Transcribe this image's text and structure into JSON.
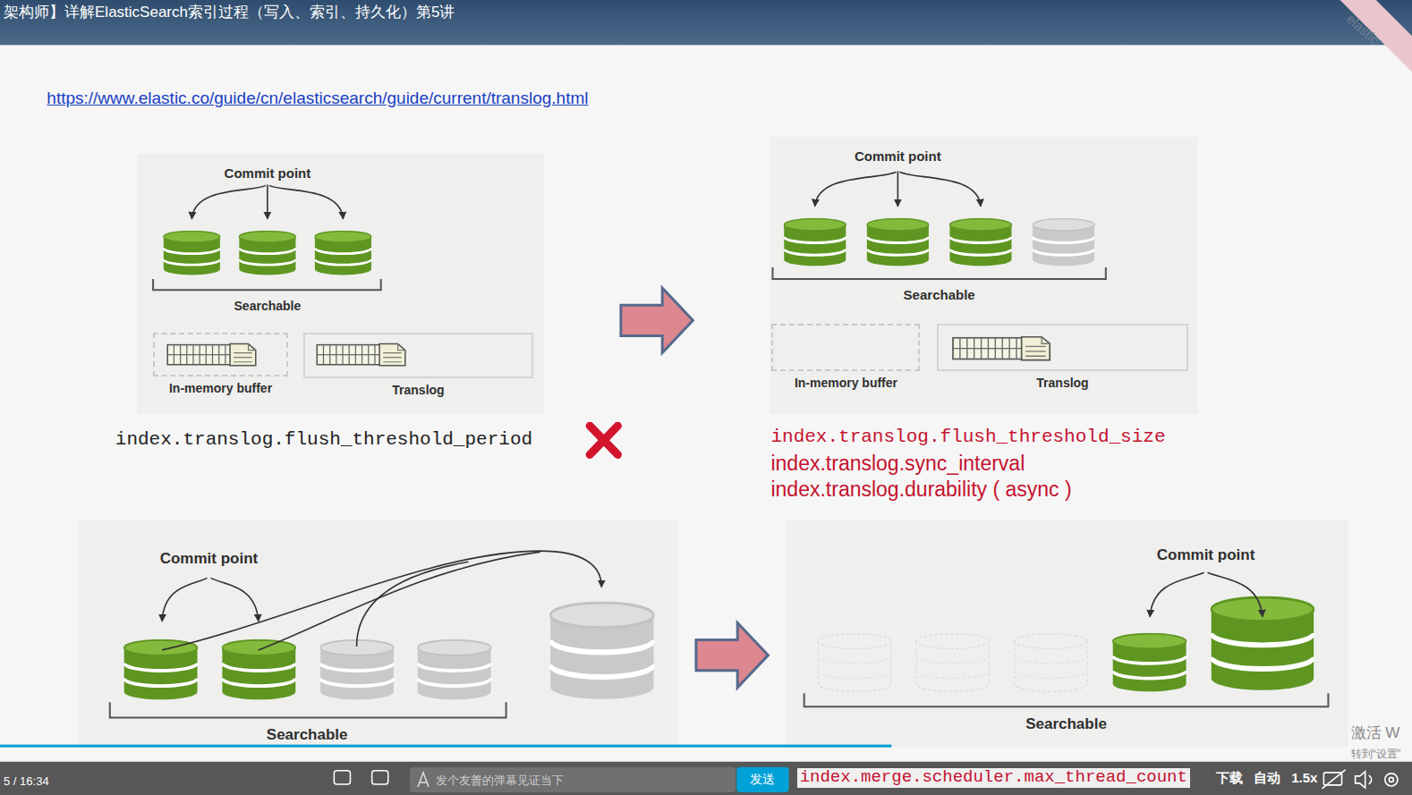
{
  "diagram": {
    "nodes": [
      {
        "text": [
          "Commit point",
          "Searchable"
        ]
      },
      {
        "text": [
          "In-memory buffer"
        ],
        "in": 0
      },
      {
        "text": [
          "Translog"
        ],
        "in": 0
      },
      {
        "text": [
          "Commit point",
          "Searchable"
        ]
      },
      {
        "text": [
          "In-memory buffer"
        ],
        "in": 3
      },
      {
        "text": [
          "Translog"
        ],
        "in": 3
      },
      {
        "text": [
          "Commit point",
          "Searchable"
        ]
      },
      {
        "text": [
          "Commit point",
          "Searchable"
        ]
      }
    ],
    "edges": [
      {
        "from": 0,
        "to": 3,
        "arrow": "to"
      },
      {
        "from": 6,
        "to": 7,
        "arrow": "to"
      }
    ],
    "labels": [
      "架构师】详解ElasticSearch索引过程（写入、索引、持久化）第5讲",
      "https://www.elastic.co/guide/cn/elasticsearch/guide/current/translog.html",
      "index.translog.flush_threshold_period",
      "index.translog.flush_threshold_size",
      "index.translog.sync_interval",
      "index.translog.durability ( async )",
      "index.merge.scheduler.max_thread_count",
      "5 / 16:34",
      "发个友善的弹幕见证当下",
      "发送",
      "下载",
      "自动",
      "1.5x",
      "激活 W",
      "转到“设置”",
      "elastic"
    ]
  }
}
